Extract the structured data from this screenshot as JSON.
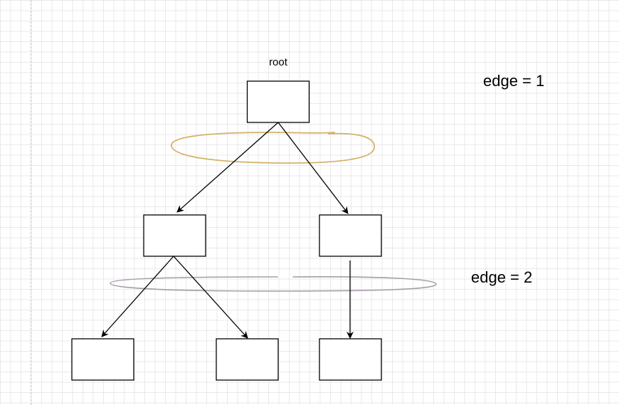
{
  "diagram": {
    "root_label": "root",
    "level_labels": [
      "edge = 1",
      "edge = 2"
    ],
    "nodes": [
      {
        "id": "root"
      },
      {
        "id": "level1-left"
      },
      {
        "id": "level1-right"
      },
      {
        "id": "level2-a"
      },
      {
        "id": "level2-b"
      },
      {
        "id": "level2-c"
      }
    ],
    "edges": [
      {
        "from": "root",
        "to": "level1-left"
      },
      {
        "from": "root",
        "to": "level1-right"
      },
      {
        "from": "level1-left",
        "to": "level2-a"
      },
      {
        "from": "level1-left",
        "to": "level2-b"
      },
      {
        "from": "level1-right",
        "to": "level2-c"
      }
    ],
    "colors": {
      "highlight_edge1": "#d4b26a",
      "highlight_edge2": "#a79ca9",
      "grid": "#e9e9e9"
    }
  }
}
